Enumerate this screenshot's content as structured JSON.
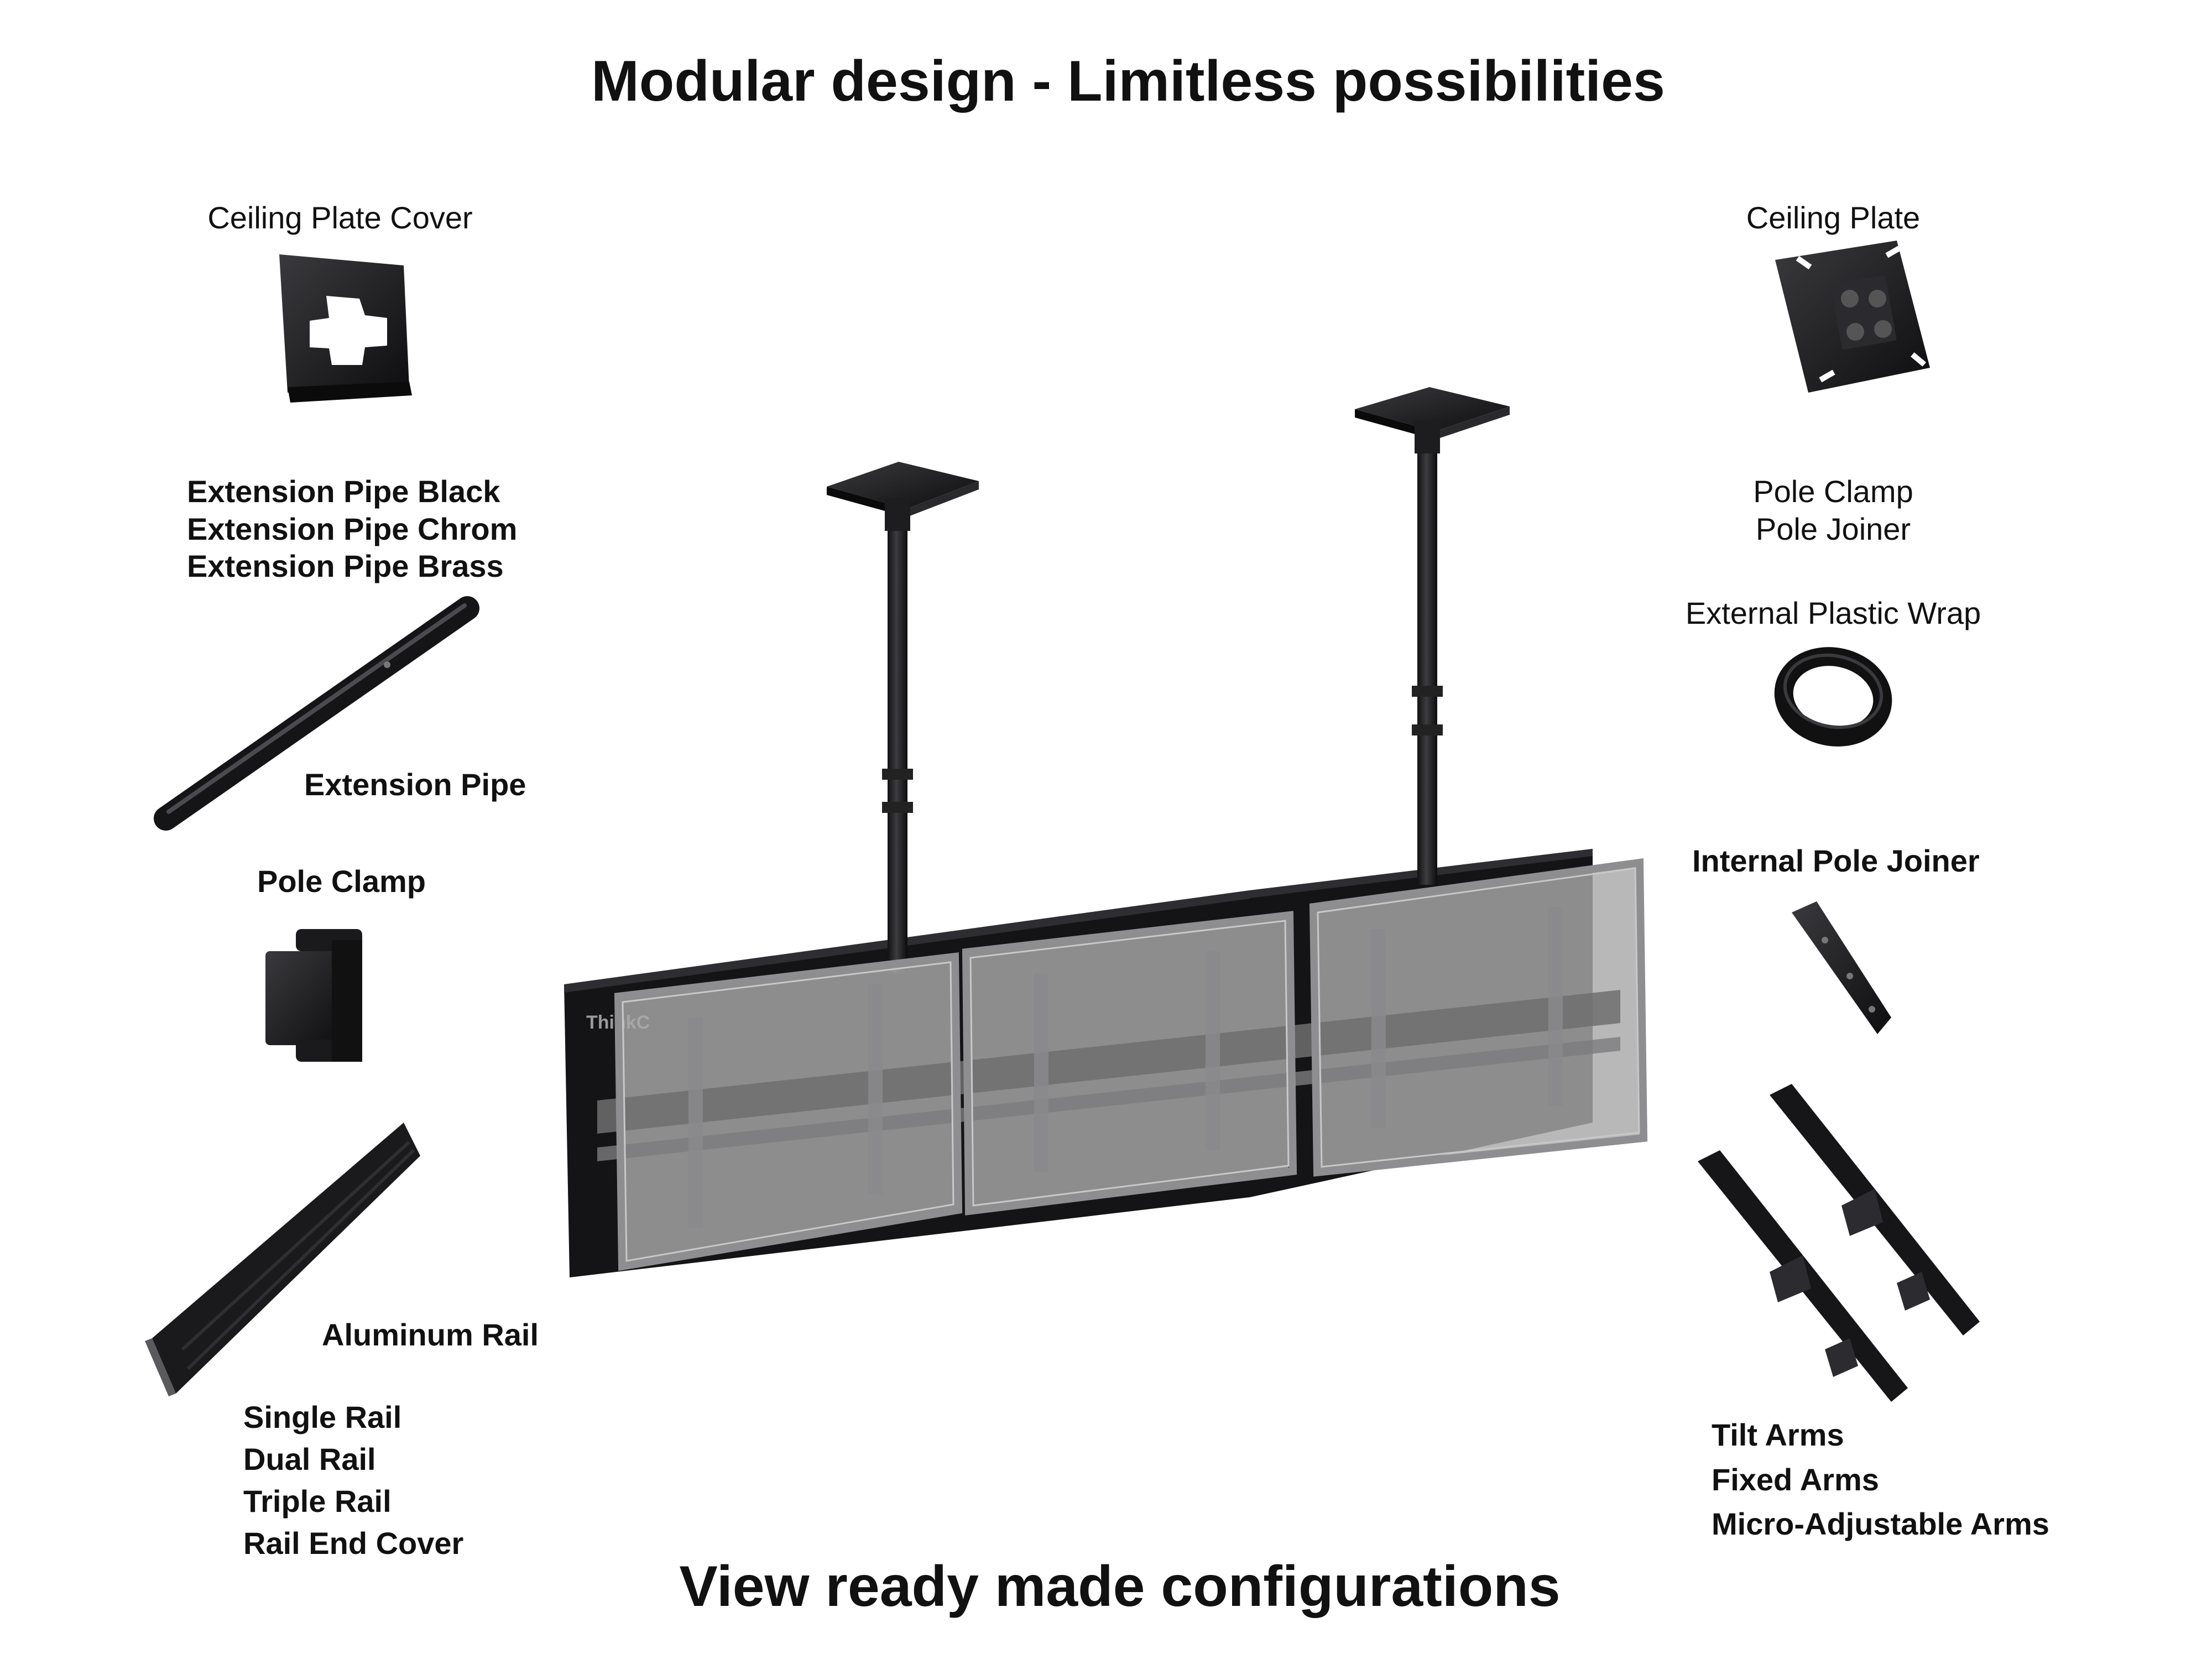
{
  "heading": "Modular design - Limitless possibilities",
  "footer_link": "View ready made configurations",
  "left_parts": {
    "ceiling_plate_cover": "Ceiling Plate Cover",
    "extension_pipe_variants": [
      "Extension Pipe Black",
      "Extension Pipe Chrom",
      "Extension Pipe Brass"
    ],
    "extension_pipe": "Extension Pipe",
    "pole_clamp": "Pole Clamp",
    "aluminum_rail": "Aluminum Rail",
    "rail_variants": [
      "Single Rail",
      "Dual Rail",
      "Triple Rail",
      "Rail End Cover"
    ]
  },
  "right_parts": {
    "ceiling_plate": "Ceiling Plate",
    "pole_clamp_joiner": [
      "Pole Clamp",
      "Pole Joiner"
    ],
    "external_plastic_wrap": "External Plastic Wrap",
    "internal_pole_joiner": "Internal Pole Joiner",
    "arm_variants": [
      "Tilt Arms",
      "Fixed Arms",
      "Micro-Adjustable Arms"
    ]
  },
  "screen_brand_text": "ThinkC",
  "colors": {
    "text": "#111111",
    "part_black": "#1c1c1e",
    "frame_grey": "#8e8e90",
    "panel_grey": "#a8a8a8"
  }
}
